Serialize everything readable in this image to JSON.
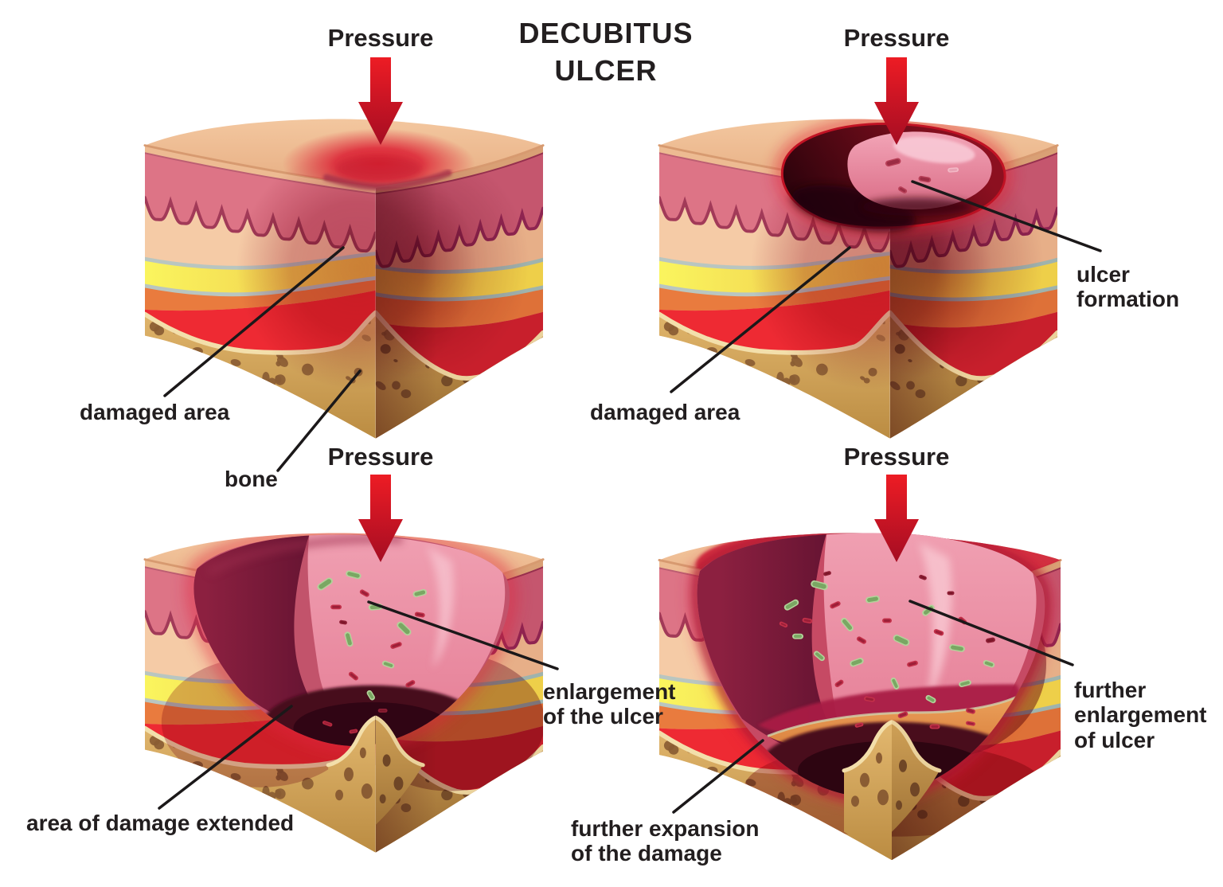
{
  "title": {
    "line1": "DECUBITUS",
    "line2": "ULCER"
  },
  "labels": {
    "pressure": "Pressure"
  },
  "annotations": {
    "stage1_damaged_area": "damaged area",
    "stage1_bone": "bone",
    "stage2_damaged_area": "damaged area",
    "stage2_ulcer_formation": "ulcer formation",
    "stage3_enlargement": "enlargement of the ulcer",
    "stage3_area_extended": "area of damage extended",
    "stage4_further_enlargement": "further enlargement of ulcer",
    "stage4_further_expansion": "further expansion of the damage"
  },
  "stages": [
    {
      "name": "stage-1",
      "depicts": "pressure reddening and deep damaged area over bone"
    },
    {
      "name": "stage-2",
      "depicts": "ulcer formation open crater in epidermis"
    },
    {
      "name": "stage-3",
      "depicts": "enlargement of the ulcer with bacteria"
    },
    {
      "name": "stage-4",
      "depicts": "further enlargement of ulcer reaching bone"
    }
  ],
  "colors": {
    "text": "#231f20",
    "arrow_red_top": "#ed1c24",
    "arrow_red_tip": "#a50d23",
    "skin_top": "#f2c69e",
    "epidermis_pink": "#dd7486",
    "dermis_peach": "#f5cba6",
    "fat_yellow": "#f4e04a",
    "tissue_orange": "#e97b3e",
    "muscle_red": "#ee2a33",
    "gray_line": "#b9c6c0",
    "bone_tan": "#d9ad62",
    "bone_spot": "#8a5c33",
    "damage_tint": "#b04565",
    "ulcer_dark": "#45081c",
    "ulcer_wall_pink": "#ef93a6",
    "bacteria_green": "#86b56f",
    "bacteria_red": "#b5293f"
  }
}
